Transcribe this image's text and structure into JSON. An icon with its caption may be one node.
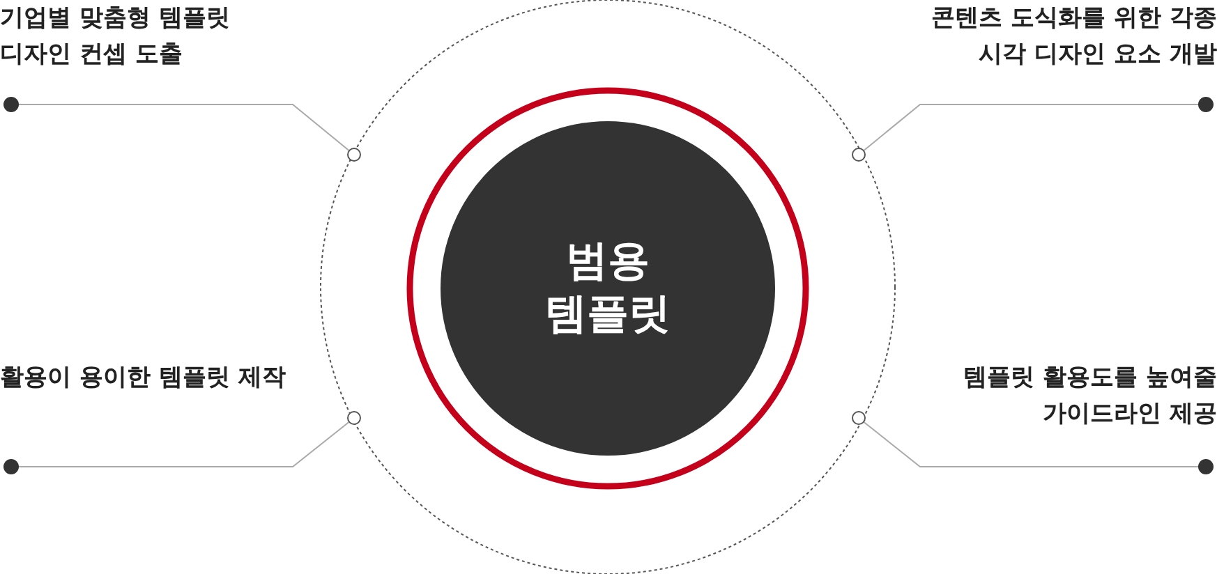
{
  "diagram": {
    "nodes": [
      {
        "text": [
          "기업별 맞춤형 템플릿 디자인 컨셉 도출"
        ]
      },
      {
        "text": [
          "콘텐츠 도식화를 위한 각종 시각 디자인 요소 개발"
        ]
      },
      {
        "text": [
          "범용 템플릿"
        ]
      },
      {
        "text": [
          "활용이 용이한 템플릿 제작"
        ]
      },
      {
        "text": [
          "템플릿 활용도를 높여줄 가이드라인 제공"
        ]
      },
      {
        "text": [],
        "shape": "circle"
      },
      {
        "text": [],
        "shape": "circle"
      },
      {
        "text": [],
        "shape": "circle"
      },
      {
        "text": [],
        "shape": "circle"
      }
    ],
    "edges": [
      {
        "from": 0,
        "to": 5,
        "arrow": "other"
      },
      {
        "from": 1,
        "to": 6,
        "arrow": "other"
      },
      {
        "from": 3,
        "to": 7,
        "arrow": "other"
      },
      {
        "from": 4,
        "to": 8,
        "arrow": "other"
      }
    ]
  }
}
